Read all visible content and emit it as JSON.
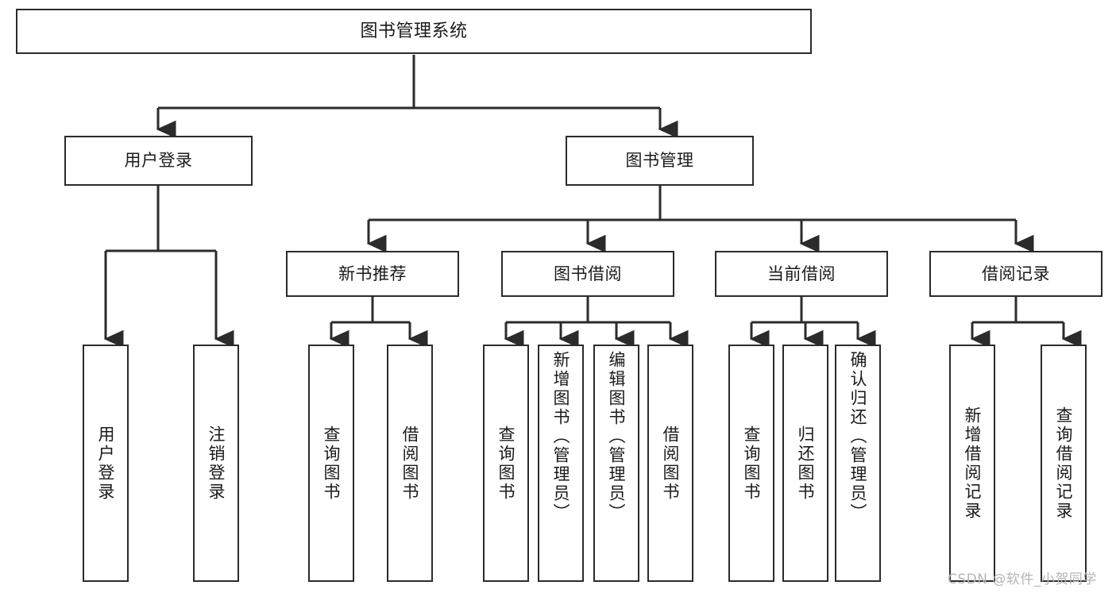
{
  "diagram": {
    "title": "图书管理系统",
    "type": "hierarchy-tree",
    "levels": 4,
    "colors": {
      "box_border": "#2b2b2b",
      "box_fill": "#ffffff",
      "edge": "#2b2b2b",
      "background": "#ffffff",
      "watermark": "#b4b4b4"
    },
    "nodes": {
      "root": {
        "label": "图书管理系统"
      },
      "level2": [
        {
          "id": "user-login",
          "label": "用户登录"
        },
        {
          "id": "book-manage",
          "label": "图书管理"
        }
      ],
      "level3": [
        {
          "id": "new-book-recommend",
          "label": "新书推荐"
        },
        {
          "id": "book-borrow",
          "label": "图书借阅"
        },
        {
          "id": "current-borrow",
          "label": "当前借阅"
        },
        {
          "id": "borrow-record",
          "label": "借阅记录"
        }
      ],
      "leaves": {
        "user-login": [
          {
            "id": "leaf-user-login",
            "label": "用户登录"
          },
          {
            "id": "leaf-user-logout",
            "label": "注销登录"
          }
        ],
        "new-book-recommend": [
          {
            "id": "leaf-query-book-1",
            "label": "查询图书"
          },
          {
            "id": "leaf-borrow-book-1",
            "label": "借阅图书"
          }
        ],
        "book-borrow": [
          {
            "id": "leaf-query-book-2",
            "label": "查询图书"
          },
          {
            "id": "leaf-add-book",
            "label": "新增图书（管理员）"
          },
          {
            "id": "leaf-edit-book",
            "label": "编辑图书（管理员）"
          },
          {
            "id": "leaf-borrow-book-2",
            "label": "借阅图书"
          }
        ],
        "current-borrow": [
          {
            "id": "leaf-query-book-3",
            "label": "查询图书"
          },
          {
            "id": "leaf-return-book",
            "label": "归还图书"
          },
          {
            "id": "leaf-confirm-return",
            "label": "确认归还（管理员）"
          }
        ],
        "borrow-record": [
          {
            "id": "leaf-add-record",
            "label": "新增借阅记录"
          },
          {
            "id": "leaf-query-record",
            "label": "查询借阅记录"
          }
        ]
      }
    },
    "watermark": "CSDN @软件_小贺同学"
  }
}
